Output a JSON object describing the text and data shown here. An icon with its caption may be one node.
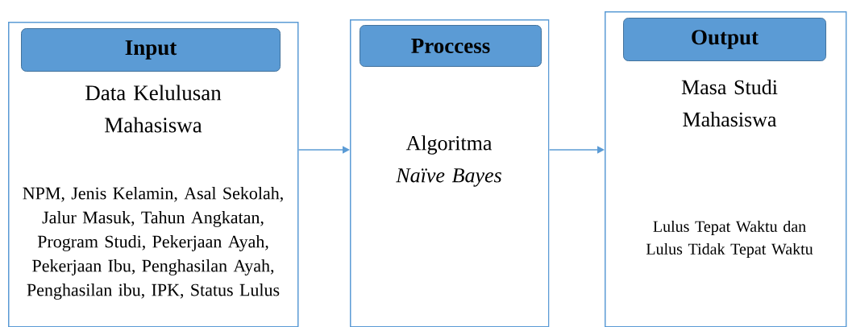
{
  "diagram": {
    "nodes": [
      {
        "text": [
          "Data Kelulusan Mahasiswa",
          "NPM, Jenis Kelamin, Asal Sekolah, Jalur Masuk, Tahun Angkatan, Program Studi, Pekerjaan Ayah, Pekerjaan Ibu, Penghasilan Ayah, Penghasilan ibu, IPK, Status Lulus"
        ]
      },
      {
        "text": [
          "Input"
        ],
        "in": 0
      },
      {
        "text": [
          "Algoritma *Naïve Bayes*"
        ]
      },
      {
        "text": [
          "Proccess"
        ],
        "in": 2
      },
      {
        "text": [
          "Masa Studi Mahasiswa",
          "Lulus Tepat Waktu dan Lulus Tidak Tepat Waktu"
        ]
      },
      {
        "text": [
          "Output"
        ],
        "in": 4
      }
    ],
    "edges": [
      {
        "from": 0,
        "to": 2,
        "arrow": "to"
      },
      {
        "from": 2,
        "to": 4,
        "arrow": "to"
      }
    ]
  }
}
